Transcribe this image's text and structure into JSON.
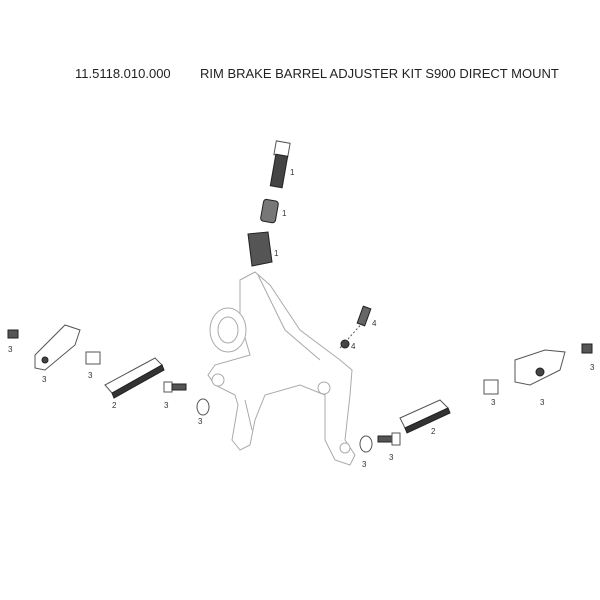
{
  "header": {
    "part_number": "11.5118.010.000",
    "title": "RIM BRAKE BARREL ADJUSTER KIT S900 DIRECT MOUNT"
  },
  "callouts": {
    "barrel_bolt": "1",
    "barrel_spring": "1",
    "barrel_nut": "1",
    "tension_spring": "4",
    "tension_nut": "4",
    "left_screw": "3",
    "left_holder": "3",
    "left_insert_nut": "3",
    "left_pad": "2",
    "left_bolt": "3",
    "left_washer": "3",
    "right_pad": "2",
    "right_washer": "3",
    "right_bolt": "3",
    "right_insert_nut": "3",
    "right_holder": "3",
    "right_screw": "3"
  }
}
